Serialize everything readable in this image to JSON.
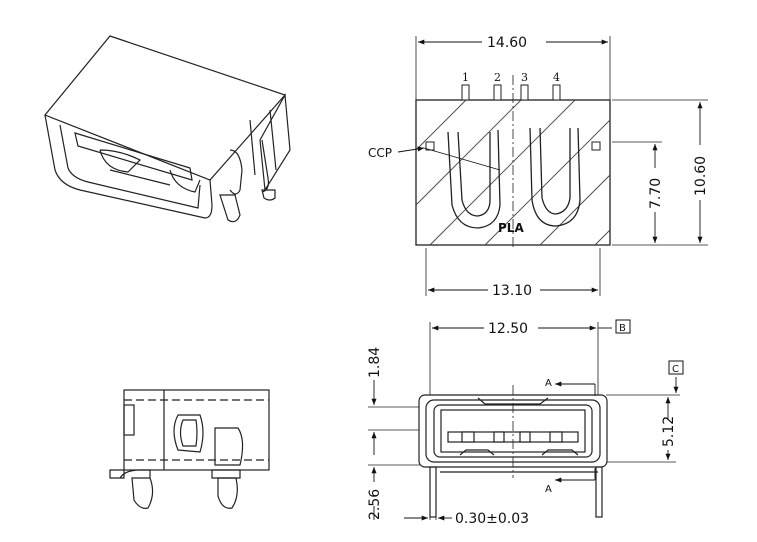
{
  "top_view": {
    "dim_width": "14.60",
    "dim_inner": "13.10",
    "dim_height": "10.60",
    "dim_depth": "7.70",
    "pin_labels": [
      "1",
      "2",
      "3",
      "4"
    ],
    "callout": "CCP",
    "marking": "PLA"
  },
  "front_view": {
    "dim_width": "12.50",
    "dim_top": "1.84",
    "dim_height": "5.12",
    "dim_bottom": "2.56",
    "dim_tolerance": "0.30±0.03",
    "datum_b": "B",
    "datum_c": "C",
    "section_top": "A",
    "section_bottom": "A"
  }
}
